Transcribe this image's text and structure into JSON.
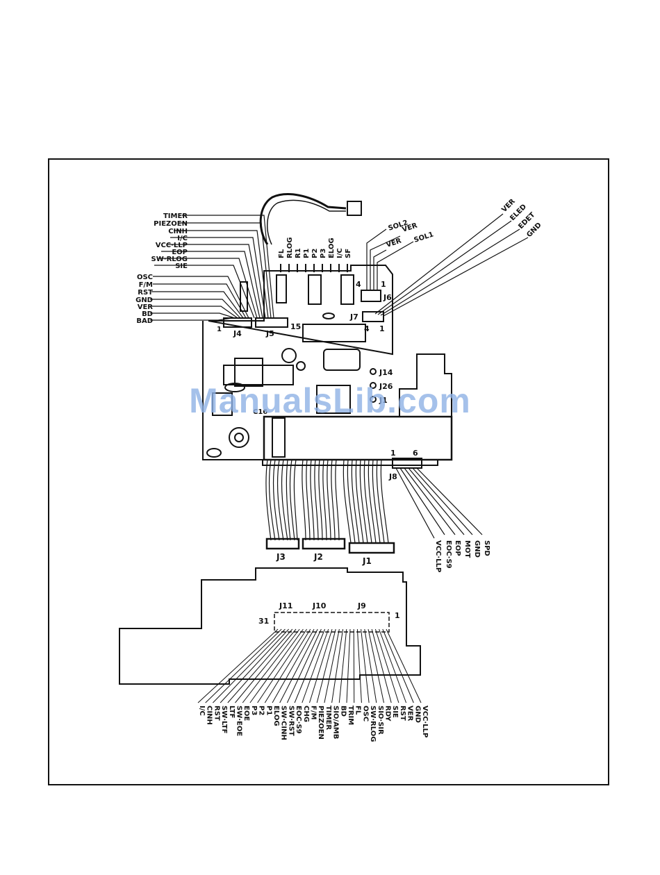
{
  "watermark": "ManualsLib.com",
  "left_labels": [
    "TIMER",
    "PIEZOEN",
    "CINH",
    "I/C",
    "VCC·LLP",
    "EOP",
    "SW·RLOG",
    "SIE",
    "OSC",
    "F/M",
    "RST",
    "GND",
    "VER",
    "BD",
    "BAD"
  ],
  "top_labels": [
    "FL",
    "RLOG",
    "R1",
    "P1",
    "P2",
    "P3",
    "ELOG",
    "I/C",
    "SF"
  ],
  "right_labels": [
    "SOL2",
    "VER",
    "VER",
    "SOL1"
  ],
  "j7_labels": [
    "VER",
    "ELED",
    "EDET",
    "GND"
  ],
  "j8_labels": [
    "SPD",
    "GND",
    "MOT",
    "EOP",
    "EOC·S9",
    "VCC·LLP"
  ],
  "bottom_labels": [
    "VCC·LLP",
    "GND",
    "VER",
    "RST",
    "SIE",
    "RDY",
    "SIO·SIR",
    "SW·RLOG",
    "OSC",
    "FL",
    "TRIM",
    "BD",
    "SIO/AMB",
    "TIMER",
    "PIEZOEN",
    "F/M",
    "CHG",
    "EOC·S9",
    "SW·RST",
    "SW·CINH",
    "ELOG",
    "P1",
    "P2",
    "P3",
    "EOE",
    "SW·EOE",
    "LTF",
    "SW·LTF",
    "RST",
    "CINH",
    "I/C"
  ],
  "connectors": {
    "j1": "J1",
    "j2": "J2",
    "j3": "J3",
    "j4": "J4",
    "j5": "J5",
    "j6": "J6",
    "j7": "J7",
    "j8": "J8",
    "j9": "J9",
    "j10": "J10",
    "j11": "J11",
    "j14": "J14",
    "j26": "J26",
    "j1b": "J1",
    "c16": "C16"
  },
  "pins": {
    "j4_1": "1",
    "j5_15": "15",
    "j6_4": "4",
    "j6_1": "1",
    "j7_4": "4",
    "j7_1": "1",
    "j8_1": "1",
    "j8_6": "6",
    "lower_31": "31",
    "lower_1": "1"
  }
}
